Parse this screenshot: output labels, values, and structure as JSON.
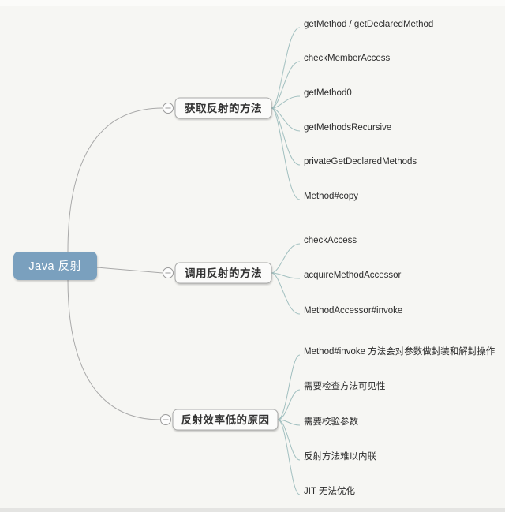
{
  "root": {
    "label": "Java 反射"
  },
  "branches": [
    {
      "label": "获取反射的方法",
      "toggle_icon": "minus-circle-icon",
      "toggle_state": "expanded",
      "children": [
        "getMethod / getDeclaredMethod",
        "checkMemberAccess",
        "getMethod0",
        "getMethodsRecursive",
        "privateGetDeclaredMethods",
        "Method#copy"
      ]
    },
    {
      "label": "调用反射的方法",
      "toggle_icon": "minus-circle-icon",
      "toggle_state": "expanded",
      "children": [
        "checkAccess",
        "acquireMethodAccessor",
        "MethodAccessor#invoke"
      ]
    },
    {
      "label": "反射效率低的原因",
      "toggle_icon": "minus-circle-icon",
      "toggle_state": "expanded",
      "children": [
        "Method#invoke 方法会对参数做封装和解封操作",
        "需要检查方法可见性",
        "需要校验参数",
        "反射方法难以内联",
        "JIT 无法优化"
      ]
    }
  ],
  "colors": {
    "root_fill": "#7aa0be",
    "root_text": "#ffffff",
    "branch_fill": "#fbfbfa",
    "branch_border": "#a9aaa9",
    "branch_text": "#333333",
    "leaf_text": "#2b2b2b",
    "link_gray": "#a9a9a9",
    "link_teal": "#a2c0c0",
    "background": "#f6f6f3"
  }
}
